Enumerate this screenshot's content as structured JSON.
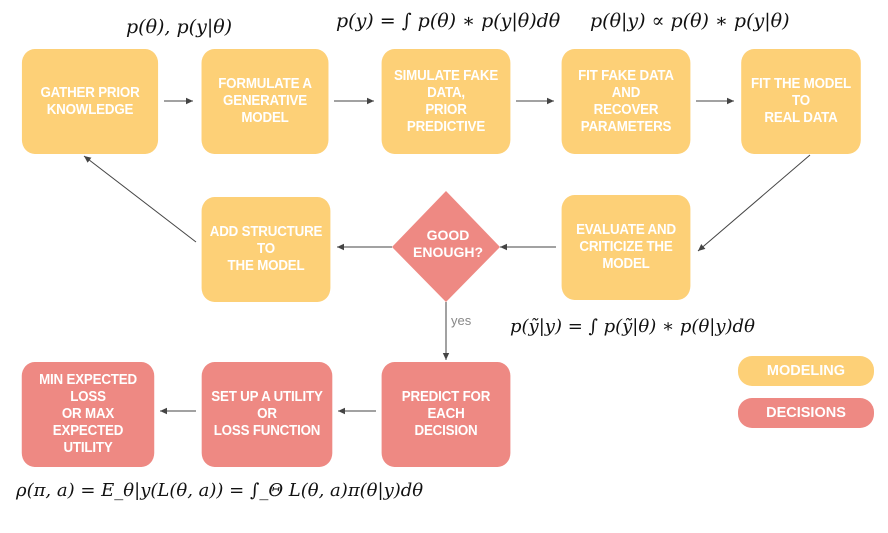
{
  "nodes": {
    "gather_prior": "GATHER PRIOR\nKNOWLEDGE",
    "formulate_model": "FORMULATE A\nGENERATIVE MODEL",
    "simulate_fake": "SIMULATE FAKE DATA,\nPRIOR PREDICTIVE",
    "fit_fake": "FIT FAKE DATA AND\nRECOVER\nPARAMETERS",
    "fit_real": "FIT THE MODEL TO\nREAL DATA",
    "evaluate": "EVALUATE AND\nCRITICIZE THE MODEL",
    "good_enough": "GOOD\nENOUGH?",
    "add_structure": "ADD STRUCTURE TO\nTHE MODEL",
    "predict": "PREDICT FOR EACH\nDECISION",
    "utility": "SET UP A UTILITY OR\nLOSS FUNCTION",
    "min_loss": "MIN EXPECTED LOSS\nOR MAX EXPECTED\nUTILITY"
  },
  "edge_labels": {
    "yes": "yes"
  },
  "legend": {
    "modeling": "MODELING",
    "decisions": "DECISIONS"
  },
  "formulas": {
    "prior_likelihood": "p(θ), p(y|θ)",
    "prior_predictive": "p(y) = ∫ p(θ) ∗ p(y|θ)dθ",
    "posterior": "p(θ|y) ∝ p(θ) ∗ p(y|θ)",
    "posterior_predictive": "p(ỹ|y) = ∫ p(ỹ|θ) ∗ p(θ|y)dθ",
    "expected_loss": "ρ(π, a) = E_θ|y(L(θ, a)) = ∫_Θ L(θ, a)π(θ|y)dθ"
  },
  "colors": {
    "modeling": "#FDD077",
    "decisions": "#EE8983",
    "arrow": "#444444"
  }
}
